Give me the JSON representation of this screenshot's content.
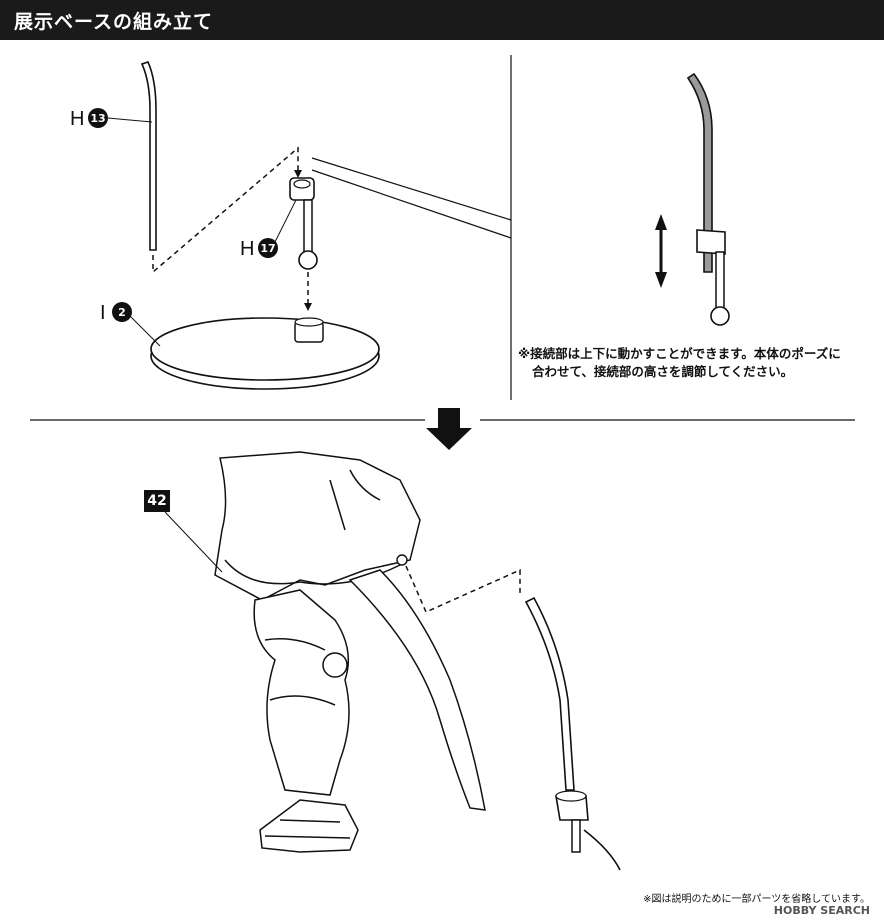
{
  "header": {
    "title": "展示ベースの組み立て"
  },
  "parts": {
    "h13": {
      "letter": "H",
      "number": "13"
    },
    "h17": {
      "letter": "H",
      "number": "17"
    },
    "i2": {
      "letter": "I",
      "number": "2"
    },
    "p42": {
      "number": "42"
    }
  },
  "note": {
    "line1": "※接続部は上下に動かすことができます。本体のポーズに",
    "line2": "合わせて、接続部の高さを調節してください。"
  },
  "footnote": "※図は説明のために一部パーツを省略しています。",
  "watermark": "HOBBY SEARCH",
  "colors": {
    "header_bg": "#1a1a1a",
    "line": "#111111",
    "rod_fill": "#9a9a9a"
  }
}
